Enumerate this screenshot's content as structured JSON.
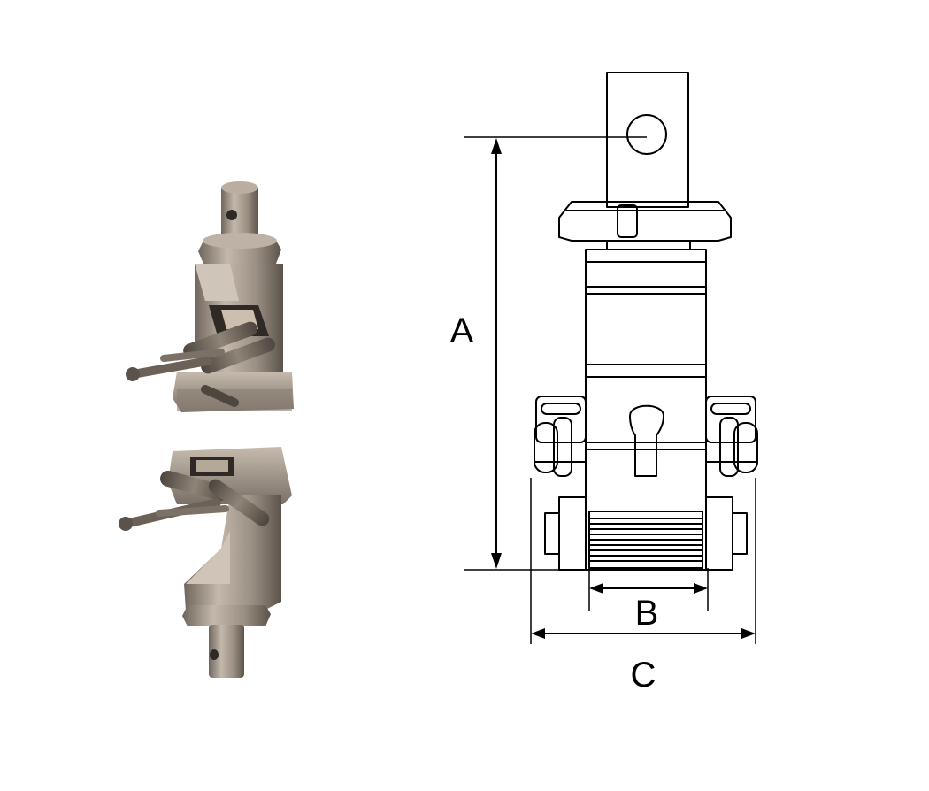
{
  "labels": {
    "height": "A",
    "jaw_width": "B",
    "overall_width": "C"
  },
  "colors": {
    "line": "#000000",
    "background": "#ffffff",
    "metal_light": "#b7ab9d",
    "metal_mid": "#8d8276",
    "metal_dark": "#5a5149",
    "metal_shadow": "#3e3832"
  }
}
